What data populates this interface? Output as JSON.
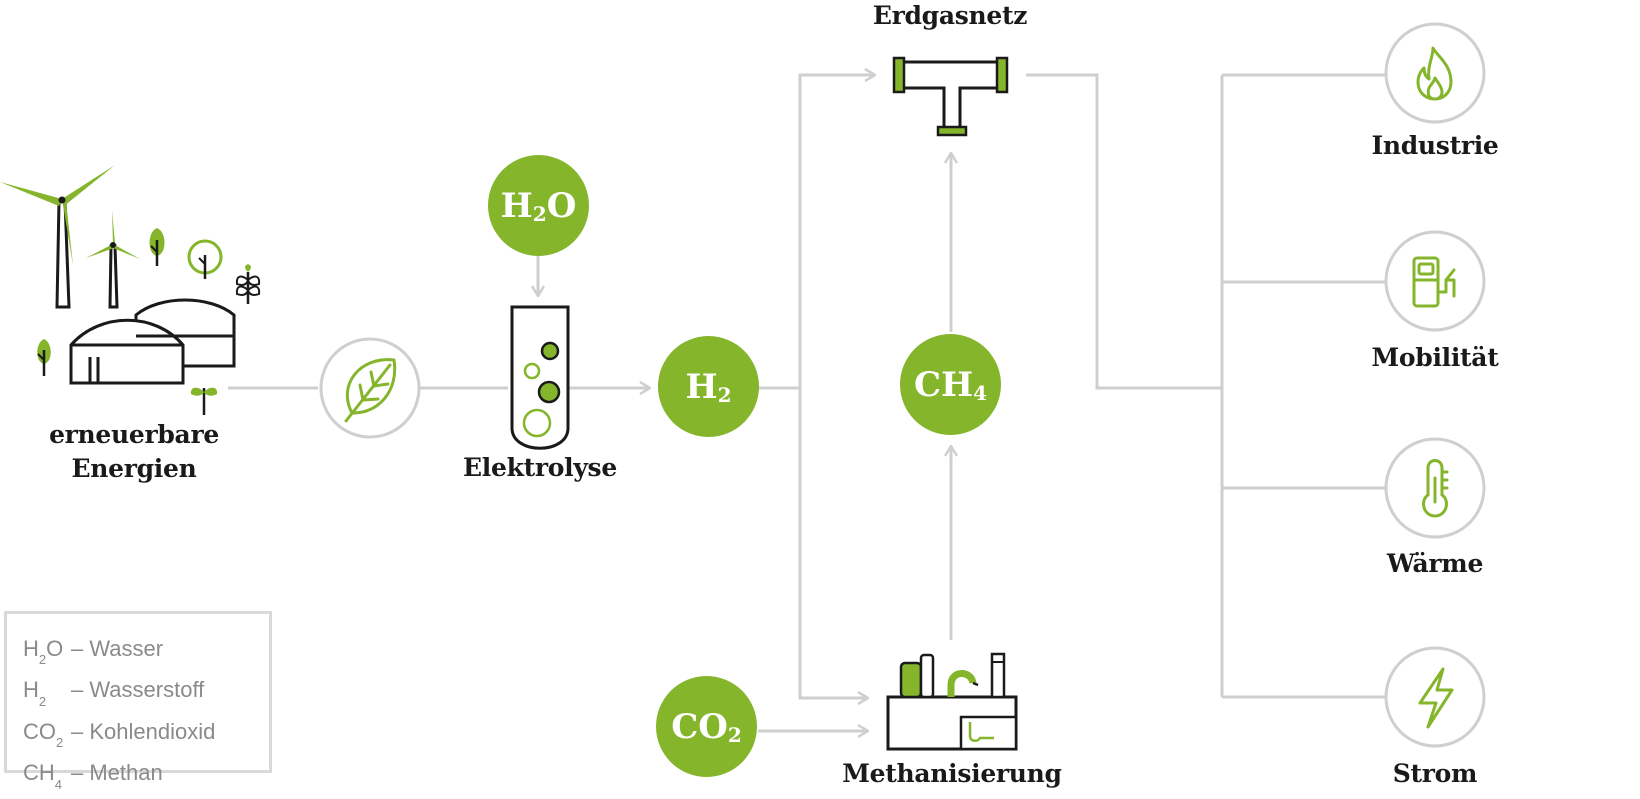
{
  "nodes": {
    "renewables_label_line1": "erneuerbare",
    "renewables_label_line2": "Energien",
    "electrolysis_label": "Elektrolyse",
    "gas_grid_label": "Erdgasnetz",
    "methanation_label": "Methanisierung"
  },
  "molecules": {
    "h2o": {
      "main": "H",
      "sub": "2",
      "tail": "O"
    },
    "h2": {
      "main": "H",
      "sub": "2",
      "tail": ""
    },
    "ch4": {
      "main": "CH",
      "sub": "4",
      "tail": ""
    },
    "co2": {
      "main": "CO",
      "sub": "2",
      "tail": ""
    }
  },
  "uses": [
    {
      "label": "Industrie",
      "icon": "flame-icon"
    },
    {
      "label": "Mobilität",
      "icon": "fuel-pump-icon"
    },
    {
      "label": "Wärme",
      "icon": "thermometer-icon"
    },
    {
      "label": "Strom",
      "icon": "lightning-icon"
    }
  ],
  "legend": [
    {
      "main": "H",
      "sub": "2",
      "tail": "O",
      "desc": "– Wasser"
    },
    {
      "main": "H",
      "sub": "2",
      "tail": "",
      "desc": "– Wasserstoff"
    },
    {
      "main": "CO",
      "sub": "2",
      "tail": "",
      "desc": "– Kohlendioxid"
    },
    {
      "main": "CH",
      "sub": "4",
      "tail": "",
      "desc": "– Methan"
    }
  ],
  "colors": {
    "accent": "#84b52b",
    "line": "#cfcfcf",
    "text": "#1a1a1a",
    "legend_text": "#8a8a8a"
  }
}
